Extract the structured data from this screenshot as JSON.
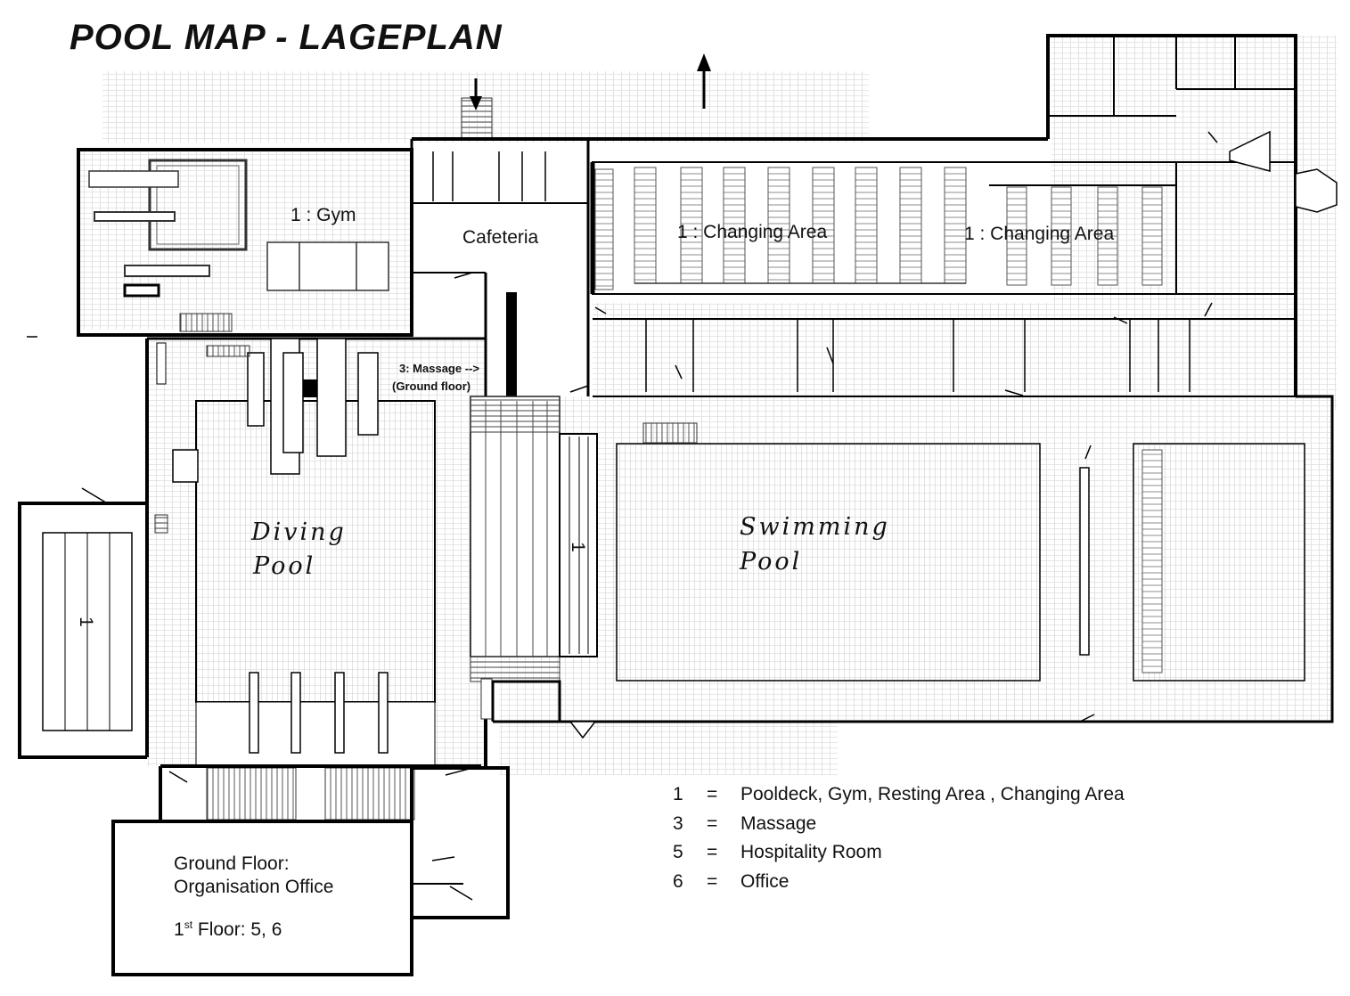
{
  "title": "POOL MAP   -   LAGEPLAN",
  "areas": {
    "gym": "1 :  Gym",
    "cafeteria": "Cafeteria",
    "changing_area_1": "1 :  Changing Area",
    "changing_area_2": "1 :  Changing Area",
    "massage_note_line1": "3: Massage -->",
    "massage_note_line2": "(Ground floor)",
    "diving_pool_line1": "Diving",
    "diving_pool_line2": "Pool",
    "swimming_pool_line1": "Swimming",
    "swimming_pool_line2": "Pool",
    "left_lane_marker": "1",
    "bleacher_marker": "1"
  },
  "office_box": {
    "line1": "Ground Floor:",
    "line2": "Organisation Office",
    "floor_prefix": "1",
    "floor_sup": "st",
    "floor_suffix": " Floor:   5, 6"
  },
  "legend": [
    {
      "num": "1",
      "eq": "=",
      "text": "Pooldeck, Gym, Resting Area , Changing Area"
    },
    {
      "num": "3",
      "eq": "=",
      "text": "Massage"
    },
    {
      "num": "5",
      "eq": "=",
      "text": "Hospitality Room"
    },
    {
      "num": "6",
      "eq": "=",
      "text": "Office"
    }
  ],
  "icons": {
    "north": "north-arrow-icon",
    "entrance": "entrance-arrow-icon"
  }
}
